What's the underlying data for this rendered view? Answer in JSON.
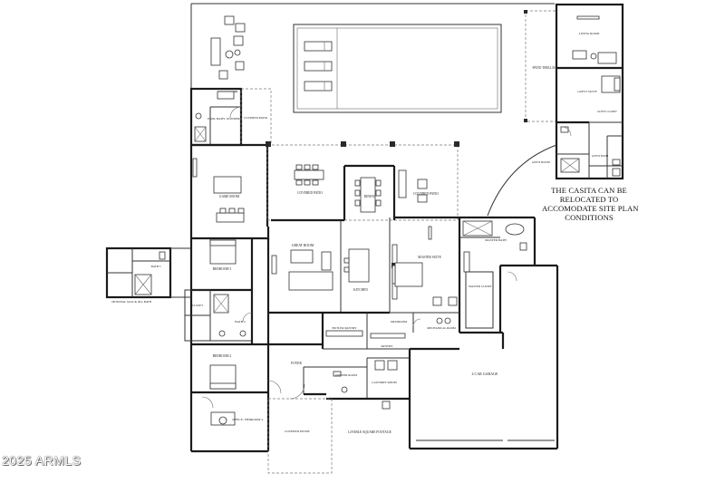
{
  "casita_note": {
    "lines": [
      "THE CASITA CAN BE",
      "RELOCATED TO",
      "ACCOMODATE SITE PLAN",
      "CONDITIONS"
    ]
  },
  "watermark": "2025 ARMLS",
  "rooms": {
    "living_room": "LIVING ROOM",
    "guest_suite": "GUEST SUITE",
    "guest_closet": "GUEST CLOSET",
    "guest_bath": "GUEST BATH",
    "guest_house": "GUEST HOUSE",
    "patio_trellis": "PATIO TRELLIS",
    "pool_bath": "POOL BATH / POWDER",
    "covered_patio_side": "COVERED PATIO",
    "game_room": "GAME ROOM",
    "covered_patio": "COVERED PATIO",
    "dining": "DINING",
    "covered_patio_right": "COVERED PATIO",
    "great_room": "GREAT ROOM",
    "kitchen": "KITCHEN",
    "master_suite": "MASTER SUITE",
    "master_bath": "MASTER BATH",
    "master_closet": "MASTER CLOSET",
    "bedroom_3": "BEDROOM 3",
    "closet": "CLOSET",
    "bath_2": "BATH 2",
    "optional_jack_jill": "OPTIONAL JACK & JILL BATH",
    "bath_3": "BATH 3",
    "butler_pantry": "BUTLER PANTRY",
    "mudroom": "MUDROOM",
    "mechanical_room": "MECHANICAL ROOM",
    "pantry": "PANTRY",
    "bedroom_2": "BEDROOM 2",
    "foyer": "FOYER",
    "powder_room": "POWDER ROOM",
    "laundry_room": "LAUNDRY ROOM",
    "garage": "4 CAR GARAGE",
    "office": "OFFICE / BEDROOM 4",
    "covered_entry": "COVERED ENTRY",
    "livable_sqft": "LIVABLE SQUARE FOOTAGE"
  }
}
